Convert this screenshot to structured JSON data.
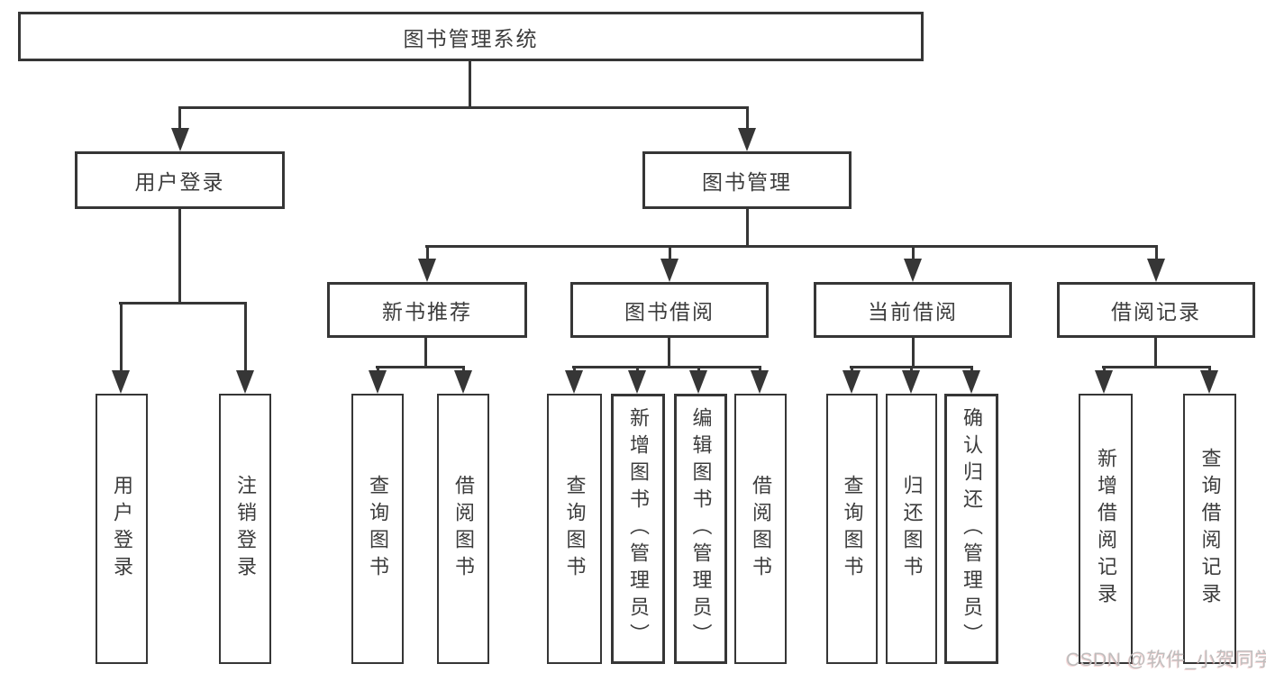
{
  "hierarchy": {
    "root": {
      "label": "图书管理系统",
      "children": [
        {
          "label": "用户登录",
          "children": [
            {
              "label": "用户登录"
            },
            {
              "label": "注销登录"
            }
          ]
        },
        {
          "label": "图书管理",
          "children": [
            {
              "label": "新书推荐",
              "children": [
                {
                  "label": "查询图书"
                },
                {
                  "label": "借阅图书"
                }
              ]
            },
            {
              "label": "图书借阅",
              "children": [
                {
                  "label": "查询图书"
                },
                {
                  "label": "新增图书（管理员）"
                },
                {
                  "label": "编辑图书（管理员）"
                },
                {
                  "label": "借阅图书"
                }
              ]
            },
            {
              "label": "当前借阅",
              "children": [
                {
                  "label": "查询图书"
                },
                {
                  "label": "归还图书"
                },
                {
                  "label": "确认归还（管理员）"
                }
              ]
            },
            {
              "label": "借阅记录",
              "children": [
                {
                  "label": "新增借阅记录"
                },
                {
                  "label": "查询借阅记录"
                }
              ]
            }
          ]
        }
      ]
    }
  },
  "watermark": {
    "text": "CSDN @软件_小贺同学"
  },
  "colors": {
    "line": "#363636",
    "box_border": "#363636",
    "text": "#3c3c3c",
    "watermark": "#bfbdbd",
    "background": "#ffffff"
  }
}
